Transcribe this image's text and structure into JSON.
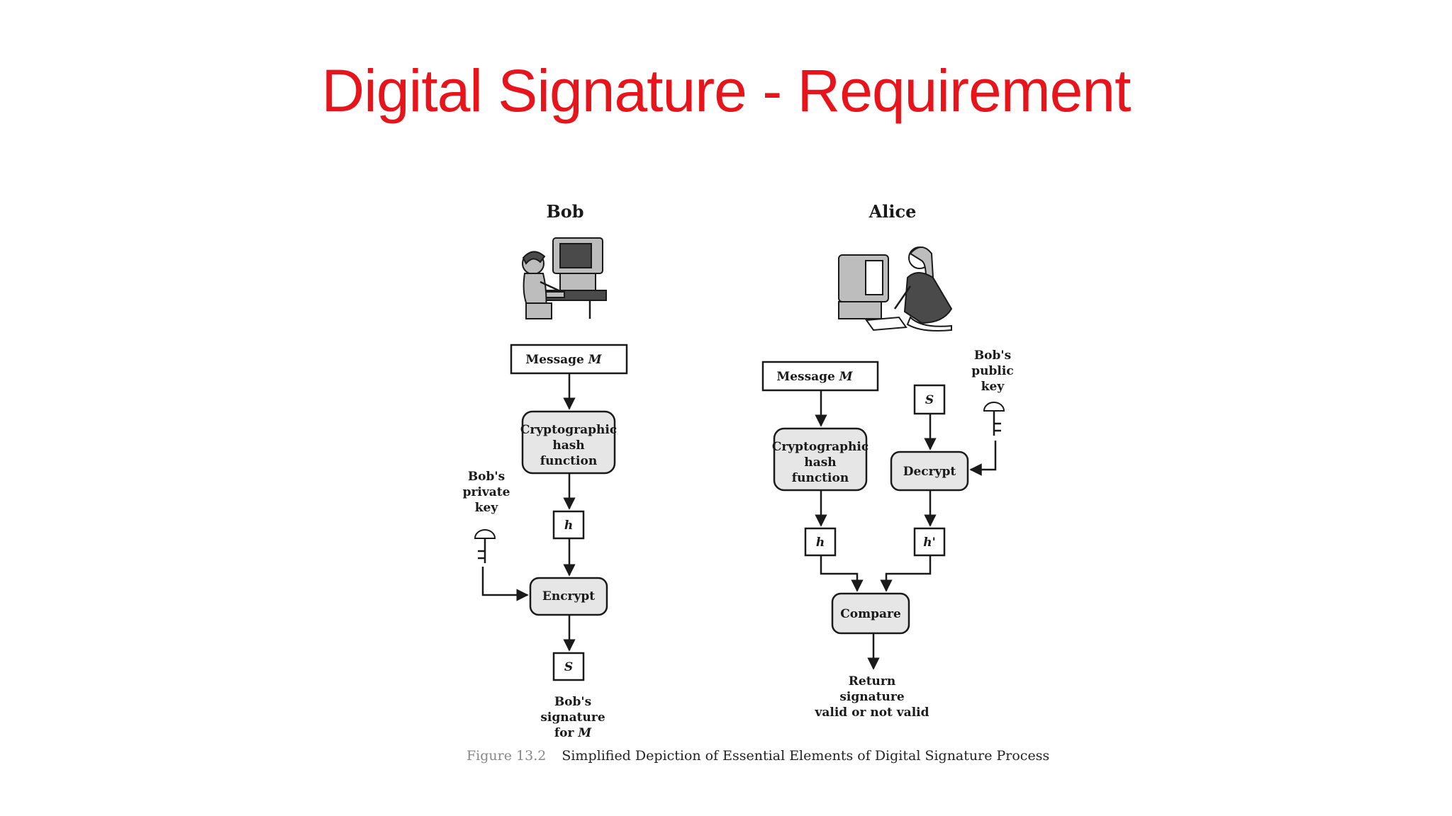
{
  "title": "Digital Signature - Requirement",
  "bob": {
    "name": "Bob",
    "message": [
      "Message ",
      "M"
    ],
    "hash": [
      "Cryptographic",
      "hash",
      "function"
    ],
    "h": "h",
    "key_label": [
      "Bob's",
      "private",
      "key"
    ],
    "encrypt": "Encrypt",
    "s": "S",
    "sig_label": [
      "Bob's",
      "signature",
      "for ",
      "M"
    ]
  },
  "alice": {
    "name": "Alice",
    "message": [
      "Message ",
      "M"
    ],
    "hash": [
      "Cryptographic",
      "hash",
      "function"
    ],
    "h": "h",
    "s": "S",
    "key_label": [
      "Bob's",
      "public",
      "key"
    ],
    "decrypt": "Decrypt",
    "h_prime": "h'",
    "compare": "Compare",
    "result": [
      "Return",
      "signature",
      "valid or not valid"
    ]
  },
  "caption": {
    "figure": "Figure 13.2",
    "text": "Simplified Depiction of Essential Elements of Digital Signature Process"
  },
  "icons": [
    "computer-user-icon",
    "key-icon"
  ]
}
